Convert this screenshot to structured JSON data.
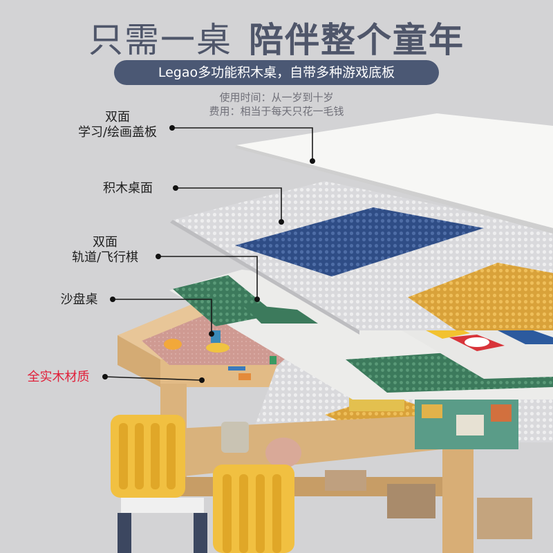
{
  "title": {
    "part1": "只需一桌",
    "part2": "陪伴整个童年"
  },
  "banner": "Legao多功能积木桌，自带多种游戏底板",
  "info": {
    "line1": "使用时间：从一岁到十岁",
    "line2": "费用：相当于每天只花一毛钱"
  },
  "labels": {
    "cover": {
      "line1": "双面",
      "line2": "学习/绘画盖板"
    },
    "bricks": "积木桌面",
    "track": {
      "line1": "双面",
      "line2": "轨道/飞行棋"
    },
    "sand": "沙盘桌",
    "wood": "全实木材质"
  },
  "colors": {
    "accent_red": "#e0203a",
    "banner_bg": "#4b5874",
    "title": "#4f566a"
  }
}
